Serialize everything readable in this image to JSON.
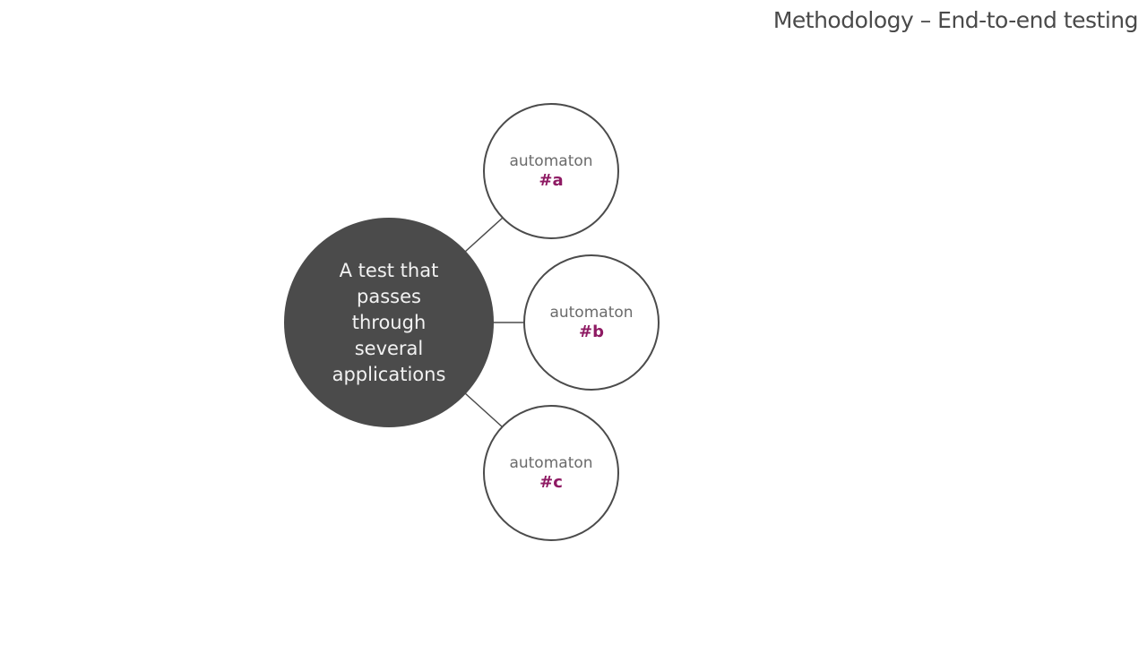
{
  "slide": {
    "title": "Methodology – End-to-end testing"
  },
  "diagram": {
    "hub": {
      "text": "A test that passes through several applications"
    },
    "nodes": [
      {
        "label": "automaton",
        "tag": "#a"
      },
      {
        "label": "automaton",
        "tag": "#b"
      },
      {
        "label": "automaton",
        "tag": "#c"
      }
    ]
  },
  "colors": {
    "hub_fill": "#4b4b4b",
    "node_border": "#4b4b4b",
    "tag_accent": "#8e1a63",
    "label_text": "#6b6b6b"
  }
}
